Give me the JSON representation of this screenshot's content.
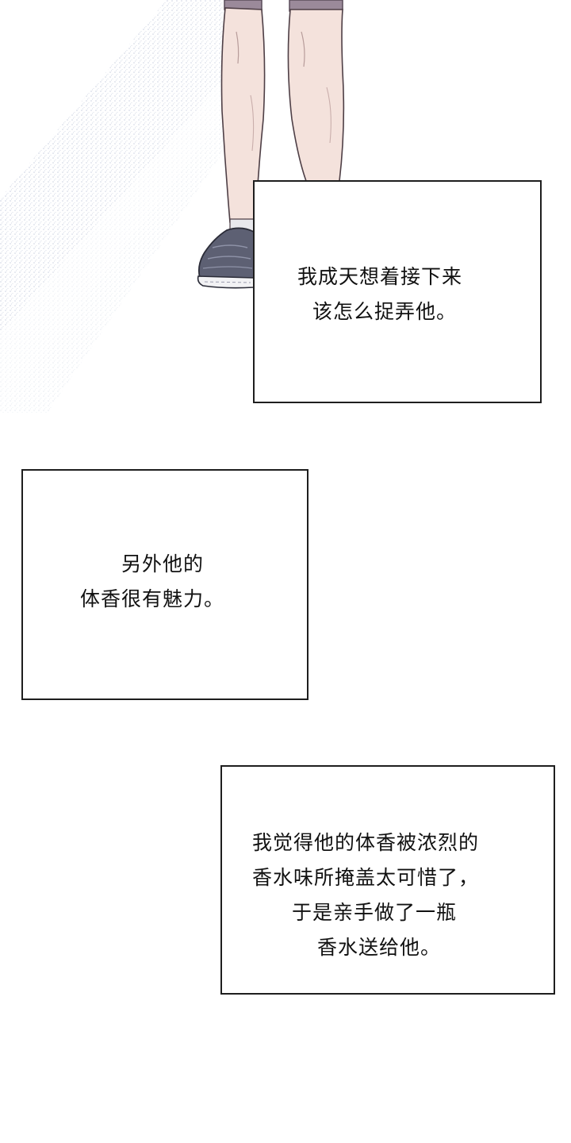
{
  "captions": [
    {
      "lines": [
        "我成天想着接下来",
        "该怎么捉弄他。"
      ]
    },
    {
      "lines": [
        "另外他的",
        "体香很有魅力。"
      ]
    },
    {
      "lines": [
        "我觉得他的体香被浓烈的",
        "香水味所掩盖太可惜了，",
        "于是亲手做了一瓶",
        "香水送给他。"
      ]
    }
  ],
  "colors": {
    "background": "#ffffff",
    "border": "#1e1e1e",
    "text": "#111111",
    "skin": "#f4e2dc",
    "shorts": "#9b8a9a",
    "shoe": "#5d6073",
    "speckle": "#b9c2d6"
  }
}
